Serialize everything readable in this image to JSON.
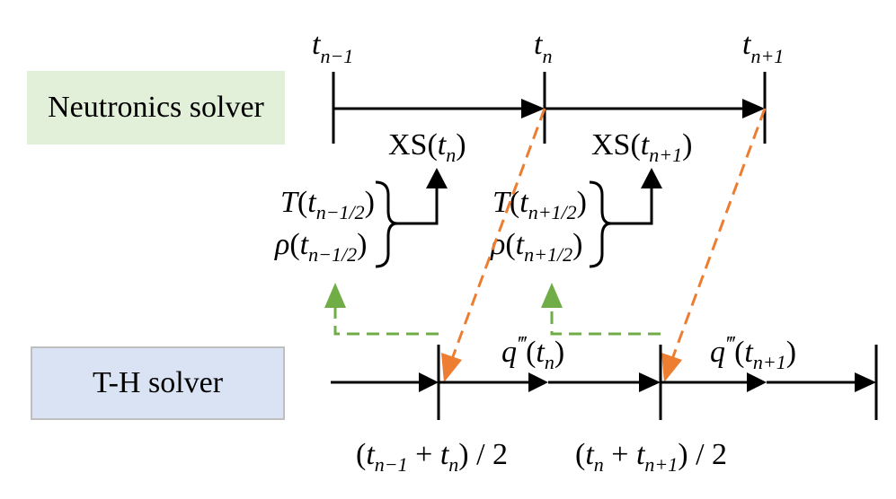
{
  "neutronics": {
    "label": "Neutronics solver"
  },
  "th": {
    "label": "T-H solver"
  },
  "time_labels": {
    "prev": {
      "base": "t",
      "sub": "n−1"
    },
    "curr": {
      "base": "t",
      "sub": "n"
    },
    "next": {
      "base": "t",
      "sub": "n+1"
    }
  },
  "xs_labels": {
    "first": {
      "pre": "XS(",
      "base": "t",
      "sub": "n",
      "post": ")"
    },
    "second": {
      "pre": "XS(",
      "base": "t",
      "sub": "n+1",
      "post": ")"
    }
  },
  "feedback_left": {
    "T": {
      "sym": "T",
      "open": "(",
      "base": "t",
      "sub": "n−1/2",
      "close": ")"
    },
    "rho": {
      "sym": "ρ",
      "open": "(",
      "base": "t",
      "sub": "n−1/2",
      "close": ")"
    }
  },
  "feedback_right": {
    "T": {
      "sym": "T",
      "open": "(",
      "base": "t",
      "sub": "n+1/2",
      "close": ")"
    },
    "rho": {
      "sym": "ρ",
      "open": "(",
      "base": "t",
      "sub": "n+1/2",
      "close": ")"
    }
  },
  "q_labels": {
    "first": {
      "sym": "q",
      "prime": "‴",
      "open": "(",
      "base": "t",
      "sub": "n",
      "close": ")"
    },
    "second": {
      "sym": "q",
      "prime": "‴",
      "open": "(",
      "base": "t",
      "sub": "n+1",
      "close": ")"
    }
  },
  "midpoints": {
    "first": {
      "open": "(",
      "b1": "t",
      "s1": "n−1",
      "plus": " + ",
      "b2": "t",
      "s2": "n",
      "tail": ") / 2"
    },
    "second": {
      "open": "(",
      "b1": "t",
      "s1": "n",
      "plus": " + ",
      "b2": "t",
      "s2": "n+1",
      "tail": ") / 2"
    }
  },
  "colors": {
    "coupling_orange": "#ed7d31",
    "feedback_green": "#70ad47",
    "neutronics_fill": "#e2efd9",
    "th_fill": "#dae3f3"
  }
}
